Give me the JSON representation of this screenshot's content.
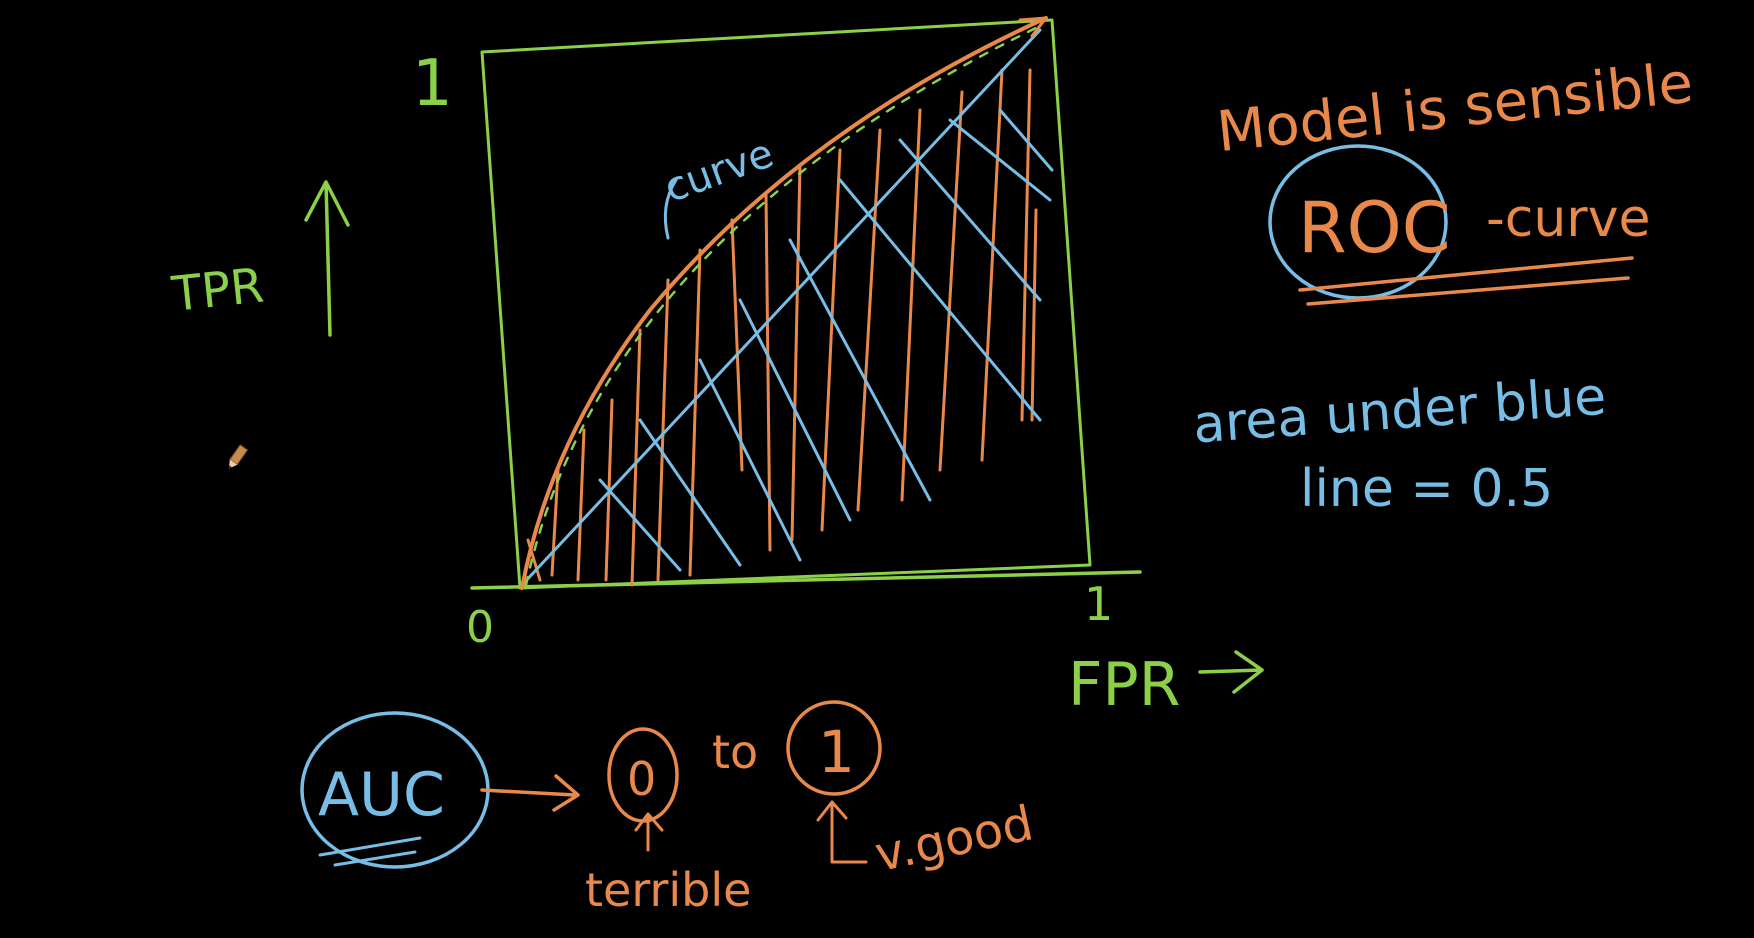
{
  "colors": {
    "background": "#000000",
    "green": "#8ccf4a",
    "orange": "#e8884a",
    "blue": "#78bde6",
    "pencil": "#c98a4a"
  },
  "axes": {
    "y_label": "TPR",
    "x_label": "FPR",
    "origin_label": "0",
    "y_max_label": "1",
    "x_max_label": "1"
  },
  "curve_label": "curve",
  "notes": {
    "line1": "Model is sensible",
    "roc": "ROC",
    "roc_suffix": "-curve",
    "area_line1": "area under blue",
    "area_line2": "line = 0.5"
  },
  "auc": {
    "label": "AUC",
    "low": "0",
    "to": "to",
    "high": "1",
    "low_desc": "terrible",
    "high_desc": "v.good"
  },
  "icons": {
    "cursor": "pencil-cursor-icon"
  }
}
